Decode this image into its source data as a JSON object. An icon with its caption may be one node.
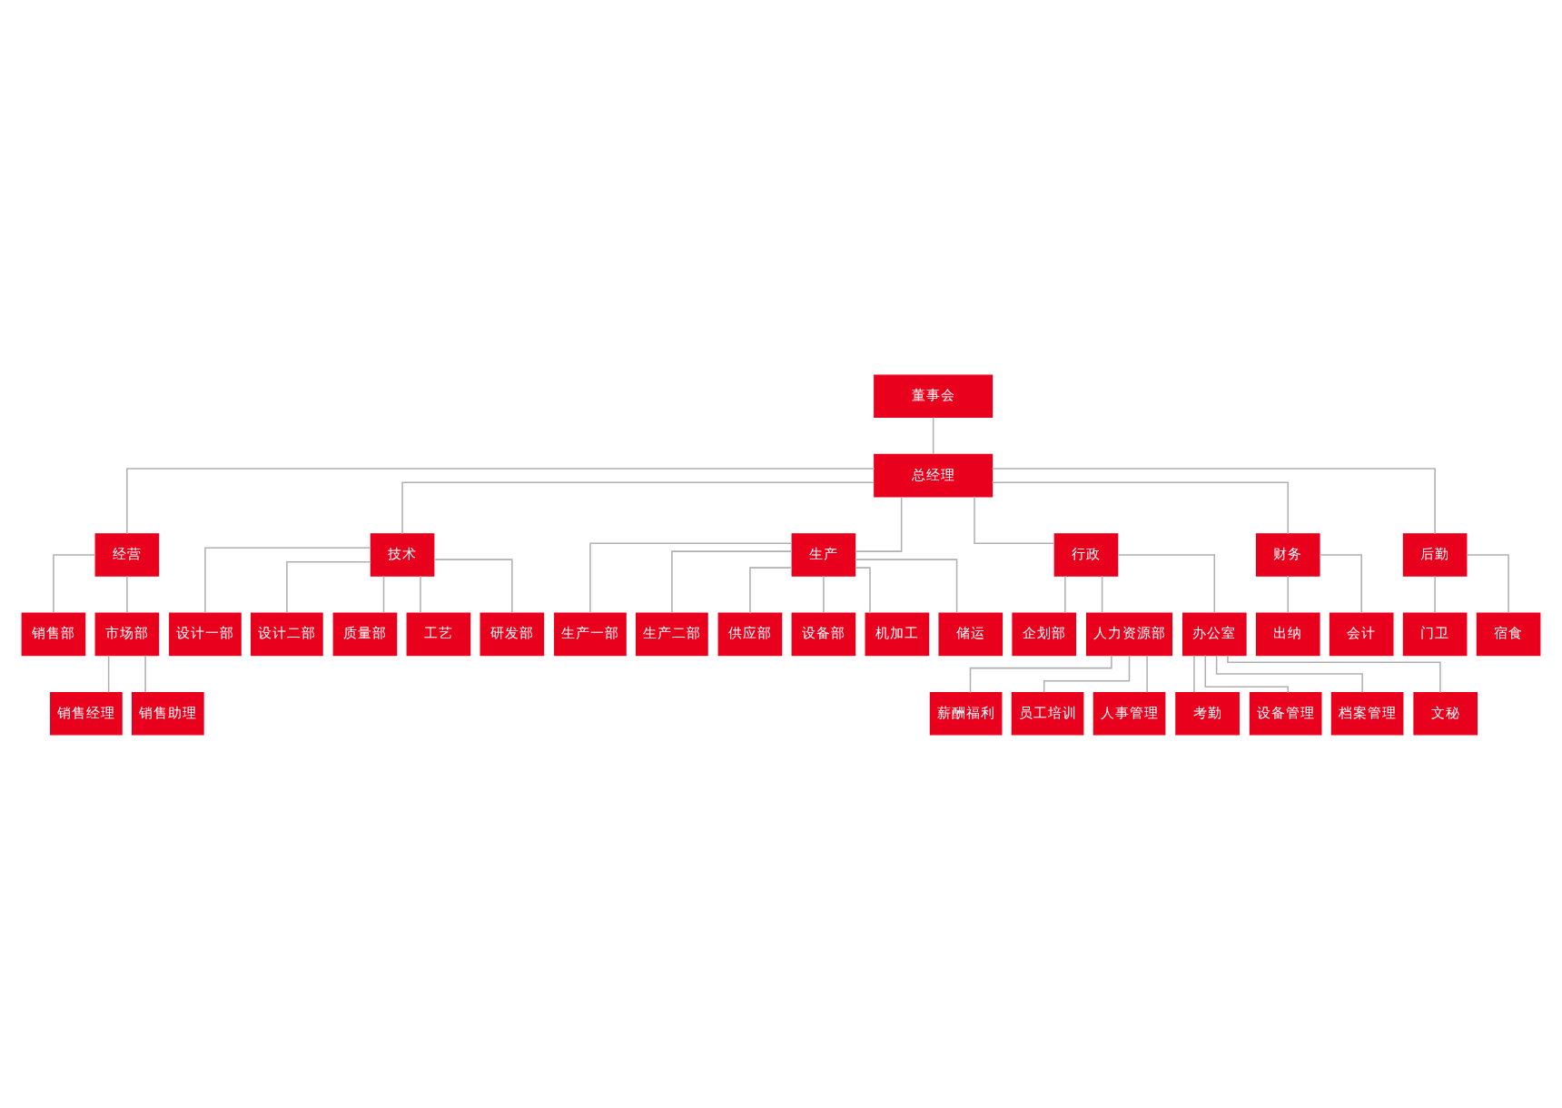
{
  "diagram": {
    "nodes": [
      {
        "text": [
          "董事会"
        ]
      },
      {
        "text": [
          "总经理"
        ]
      },
      {
        "text": [
          "经营"
        ]
      },
      {
        "text": [
          "技术"
        ]
      },
      {
        "text": [
          "生产"
        ]
      },
      {
        "text": [
          "行政"
        ]
      },
      {
        "text": [
          "财务"
        ]
      },
      {
        "text": [
          "后勤"
        ]
      },
      {
        "text": [
          "销售部"
        ]
      },
      {
        "text": [
          "市场部"
        ]
      },
      {
        "text": [
          "设计一部"
        ]
      },
      {
        "text": [
          "设计二部"
        ]
      },
      {
        "text": [
          "质量部"
        ]
      },
      {
        "text": [
          "工艺"
        ]
      },
      {
        "text": [
          "研发部"
        ]
      },
      {
        "text": [
          "生产一部"
        ]
      },
      {
        "text": [
          "生产二部"
        ]
      },
      {
        "text": [
          "供应部"
        ]
      },
      {
        "text": [
          "设备部"
        ]
      },
      {
        "text": [
          "机加工"
        ]
      },
      {
        "text": [
          "储运"
        ]
      },
      {
        "text": [
          "企划部"
        ]
      },
      {
        "text": [
          "人力资源部"
        ]
      },
      {
        "text": [
          "办公室"
        ]
      },
      {
        "text": [
          "出纳"
        ]
      },
      {
        "text": [
          "会计"
        ]
      },
      {
        "text": [
          "门卫"
        ]
      },
      {
        "text": [
          "宿食"
        ]
      },
      {
        "text": [
          "销售经理"
        ]
      },
      {
        "text": [
          "销售助理"
        ]
      },
      {
        "text": [
          "薪酬福利"
        ]
      },
      {
        "text": [
          "员工培训"
        ]
      },
      {
        "text": [
          "人事管理"
        ]
      },
      {
        "text": [
          "考勤"
        ]
      },
      {
        "text": [
          "设备管理"
        ]
      },
      {
        "text": [
          "档案管理"
        ]
      },
      {
        "text": [
          "文秘"
        ]
      }
    ],
    "edges": [
      {
        "from": 0,
        "to": 1,
        "arrow": "none"
      },
      {
        "from": 1,
        "to": 2,
        "arrow": "none"
      },
      {
        "from": 1,
        "to": 3,
        "arrow": "none"
      },
      {
        "from": 1,
        "to": 4,
        "arrow": "none"
      },
      {
        "from": 1,
        "to": 5,
        "arrow": "none"
      },
      {
        "from": 1,
        "to": 6,
        "arrow": "none"
      },
      {
        "from": 1,
        "to": 7,
        "arrow": "none"
      },
      {
        "from": 2,
        "to": 8,
        "arrow": "none"
      },
      {
        "from": 2,
        "to": 9,
        "arrow": "none"
      },
      {
        "from": 3,
        "to": 10,
        "arrow": "none"
      },
      {
        "from": 3,
        "to": 11,
        "arrow": "none"
      },
      {
        "from": 3,
        "to": 12,
        "arrow": "none"
      },
      {
        "from": 3,
        "to": 13,
        "arrow": "none"
      },
      {
        "from": 3,
        "to": 14,
        "arrow": "none"
      },
      {
        "from": 4,
        "to": 15,
        "arrow": "none"
      },
      {
        "from": 4,
        "to": 16,
        "arrow": "none"
      },
      {
        "from": 4,
        "to": 17,
        "arrow": "none"
      },
      {
        "from": 4,
        "to": 18,
        "arrow": "none"
      },
      {
        "from": 4,
        "to": 19,
        "arrow": "none"
      },
      {
        "from": 4,
        "to": 20,
        "arrow": "none"
      },
      {
        "from": 5,
        "to": 21,
        "arrow": "none"
      },
      {
        "from": 5,
        "to": 22,
        "arrow": "none"
      },
      {
        "from": 5,
        "to": 23,
        "arrow": "none"
      },
      {
        "from": 6,
        "to": 24,
        "arrow": "none"
      },
      {
        "from": 6,
        "to": 25,
        "arrow": "none"
      },
      {
        "from": 7,
        "to": 26,
        "arrow": "none"
      },
      {
        "from": 7,
        "to": 27,
        "arrow": "none"
      },
      {
        "from": 9,
        "to": 28,
        "arrow": "none"
      },
      {
        "from": 9,
        "to": 29,
        "arrow": "none"
      },
      {
        "from": 22,
        "to": 30,
        "arrow": "none"
      },
      {
        "from": 22,
        "to": 31,
        "arrow": "none"
      },
      {
        "from": 22,
        "to": 32,
        "arrow": "none"
      },
      {
        "from": 23,
        "to": 33,
        "arrow": "none"
      },
      {
        "from": 23,
        "to": 34,
        "arrow": "none"
      },
      {
        "from": 23,
        "to": 35,
        "arrow": "none"
      },
      {
        "from": 23,
        "to": 36,
        "arrow": "none"
      }
    ]
  }
}
